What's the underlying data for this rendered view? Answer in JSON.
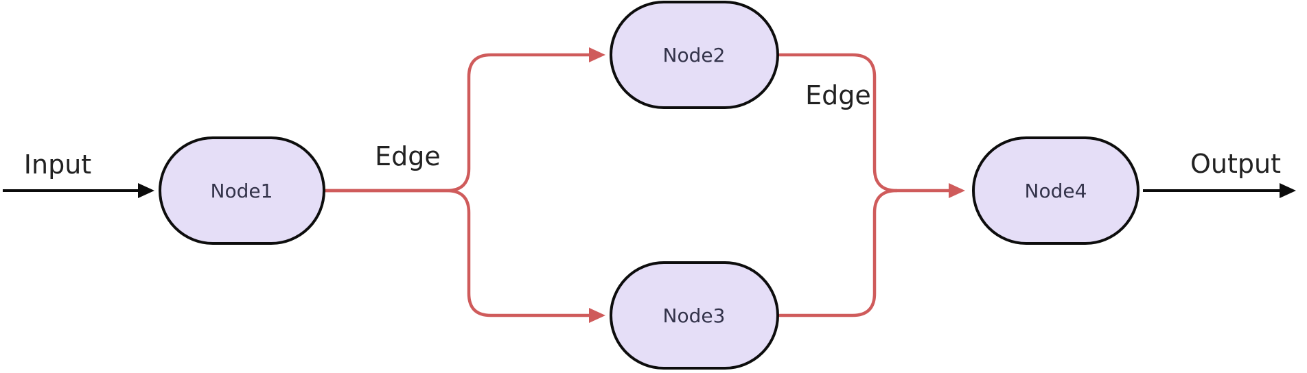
{
  "diagram": {
    "type": "flowchart-LR",
    "nodes": [
      {
        "id": "node1",
        "label": "Node1",
        "shape": "stadium"
      },
      {
        "id": "node2",
        "label": "Node2",
        "shape": "stadium"
      },
      {
        "id": "node3",
        "label": "Node3",
        "shape": "stadium"
      },
      {
        "id": "node4",
        "label": "Node4",
        "shape": "stadium"
      }
    ],
    "edges": [
      {
        "from": "start",
        "to": "node1",
        "label": "Input",
        "style": "black-arrow"
      },
      {
        "from": "node1",
        "to": "node2",
        "label": "Edge",
        "style": "red-arrow"
      },
      {
        "from": "node1",
        "to": "node3",
        "label": "",
        "style": "red-arrow"
      },
      {
        "from": "node2",
        "to": "node4",
        "label": "Edge",
        "style": "red-arrow"
      },
      {
        "from": "node3",
        "to": "node4",
        "label": "",
        "style": "red-arrow"
      },
      {
        "from": "node4",
        "to": "end",
        "label": "Output",
        "style": "black-arrow"
      }
    ]
  },
  "colors": {
    "background": "#ffffff",
    "node_fill": "#e5def7",
    "node_stroke": "#0d0d0d",
    "node_text": "#33334a",
    "edge_red": "#cf5b5b",
    "io_black": "#0b0b0b",
    "label_text": "#222222"
  }
}
